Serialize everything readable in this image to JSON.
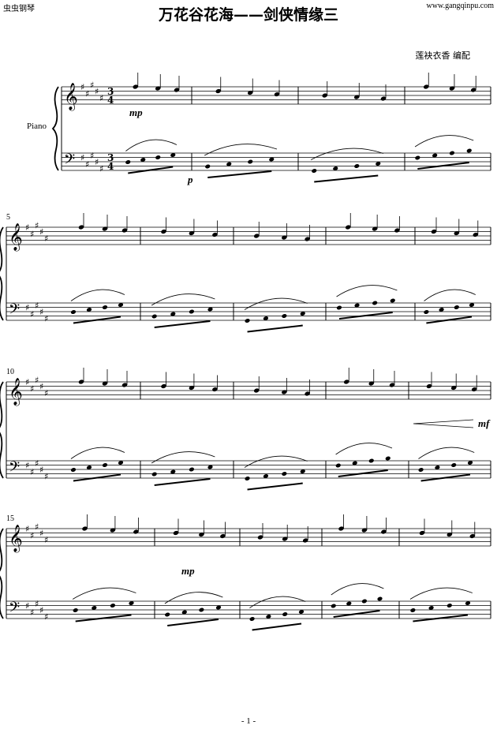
{
  "header": {
    "site_left": "虫虫钢琴",
    "site_right": "www.gangqinpu.com",
    "title": "万花谷花海——剑侠情缘三",
    "arranger": "莲袂衣香 编配"
  },
  "score": {
    "instrument": "Piano",
    "time_signature": "3/4",
    "key_sharps": 5,
    "systems": [
      {
        "start_measure": "",
        "measures": 4,
        "dynamics": [
          "mp",
          "p"
        ]
      },
      {
        "start_measure": "5",
        "measures": 5,
        "dynamics": []
      },
      {
        "start_measure": "10",
        "measures": 5,
        "dynamics": [
          "mf"
        ]
      },
      {
        "start_measure": "15",
        "measures": 5,
        "dynamics": [
          "mp"
        ]
      }
    ]
  },
  "footer": {
    "page_number": "- 1 -"
  }
}
